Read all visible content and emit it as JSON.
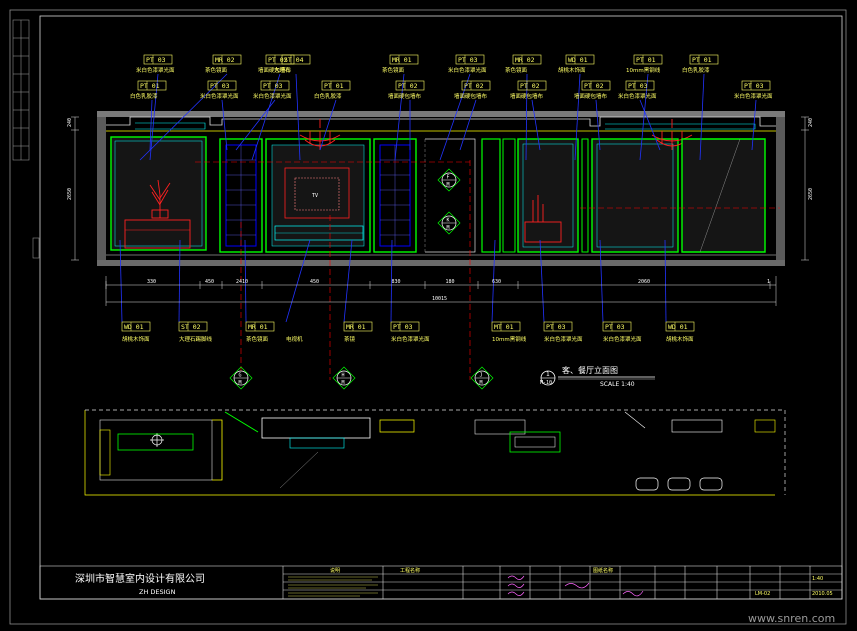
{
  "drawing": {
    "top_tags": [
      {
        "code": "PT 03",
        "note": "米白色漆罩光面"
      },
      {
        "code": "PT 01",
        "note": "白色乳胶漆"
      },
      {
        "code": "MR 02",
        "note": "茶色镜面"
      },
      {
        "code": "PT 03",
        "note": "米白色漆罩光面"
      },
      {
        "code": "PT 02",
        "note": "墙面硬包墙布"
      },
      {
        "code": "PT 03",
        "note": "米白色漆罩光面"
      },
      {
        "code": "ST 04",
        "note": "大理石"
      },
      {
        "code": "PT 01",
        "note": "白色乳胶漆"
      },
      {
        "code": "MR 01",
        "note": "茶色镜面"
      },
      {
        "code": "PT 02",
        "note": "墙面硬包墙布"
      },
      {
        "code": "PT 03",
        "note": "米白色漆罩光面"
      },
      {
        "code": "PT 02",
        "note": "墙面硬包墙布"
      },
      {
        "code": "MR 02",
        "note": "茶色镜面"
      },
      {
        "code": "PT 02",
        "note": "墙面硬包墙布"
      },
      {
        "code": "WD 01",
        "note": "胡桃木饰面"
      },
      {
        "code": "PT 02",
        "note": "墙面硬包墙布"
      },
      {
        "code": "PT 01",
        "note": "10mm黑钢线"
      },
      {
        "code": "PT 03",
        "note": "米白色漆罩光面"
      },
      {
        "code": "PT 01",
        "note": "白色乳胶漆"
      },
      {
        "code": "PT 03",
        "note": "米白色漆罩光面"
      }
    ],
    "bottom_tags": [
      {
        "code": "WD 01",
        "note": "胡桃木饰面"
      },
      {
        "code": "ST 02",
        "note": "大理石踢脚线"
      },
      {
        "code": "MR 01",
        "note": "茶色镜面"
      },
      {
        "code": "",
        "note": "电视机"
      },
      {
        "code": "MR 01",
        "note": "茶镜"
      },
      {
        "code": "PT 03",
        "note": "米白色漆罩光面"
      },
      {
        "code": "MT 01",
        "note": "10mm黑钢线"
      },
      {
        "code": "PT 03",
        "note": "米白色漆罩光面"
      },
      {
        "code": "PT 03",
        "note": "米白色漆罩光面"
      },
      {
        "code": "WD 01",
        "note": "胡桃木饰面"
      }
    ],
    "dims_bottom": [
      "330",
      "450",
      "2410",
      "450",
      "830",
      "180",
      "630",
      "2060",
      "1"
    ],
    "dim_total": "10015",
    "dims_left": [
      "240",
      "2650"
    ],
    "dims_right": [
      "240",
      "2650"
    ],
    "section_marks": [
      {
        "letter": "G",
        "sheet": "M"
      },
      {
        "letter": "H",
        "sheet": "M"
      },
      {
        "letter": "J",
        "sheet": "M"
      },
      {
        "letter": "F",
        "sheet": "M"
      },
      {
        "letter": "K",
        "sheet": "M"
      }
    ],
    "elevation_title": {
      "no": "1",
      "sheet": "M-10",
      "name": "客、餐厅立面图",
      "scale": "SCALE 1:40"
    }
  },
  "title_block": {
    "company": "深圳市智慧室内设计有限公司",
    "design": "ZH  DESIGN",
    "notes_header": "说明",
    "project_header": "工程名称",
    "drawing_header": "图纸名称",
    "sheet_no": "LM-02",
    "date": "2010.05",
    "scale": "1:40"
  },
  "watermark": "www.snren.com",
  "colors": {
    "background": "#000000",
    "wall": "#00ff00",
    "frame": "#8e8e8e",
    "leader": "#0000ff",
    "tag": "#ffff66",
    "center_line": "#ff0000",
    "furniture": "#ff2020"
  }
}
